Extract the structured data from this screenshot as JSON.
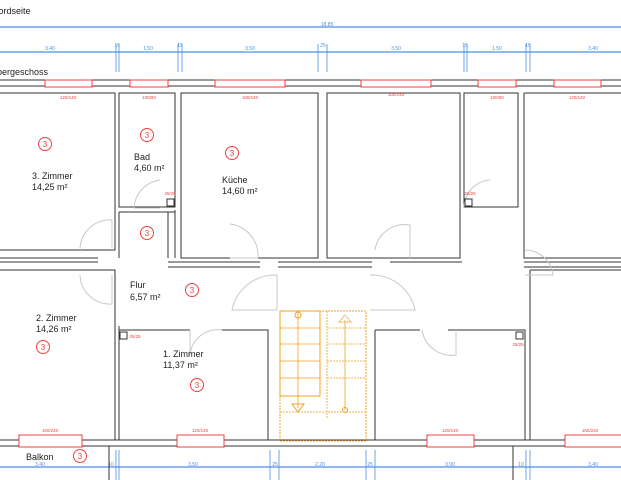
{
  "labels": {
    "section_title": "Nordseite",
    "floor_title": "Obergeschoss",
    "balcony": "Balkon"
  },
  "dimensions": {
    "total": "18.85",
    "top": [
      "3.40",
      "15",
      "1.50",
      "15",
      "3.50",
      "25",
      "3.50",
      "15",
      "1.50",
      "15",
      "3.40"
    ],
    "bottom": [
      "3.40",
      "10",
      "3.50",
      "25",
      "2.20",
      "25",
      "3.90",
      "10",
      "3.40"
    ]
  },
  "windows_top": [
    "120/140",
    "100/90",
    "180/140",
    "180/140",
    "100/90",
    "120/140"
  ],
  "windows_bottom": [
    "160/240",
    "120/140",
    "120/140",
    "160/240"
  ],
  "chimneys": [
    "25/25",
    "25/25",
    "25/25",
    "25/25"
  ],
  "rooms": [
    {
      "name": "3. Zimmer",
      "area": "14,25 m²"
    },
    {
      "name": "Bad",
      "area": "4,60 m²"
    },
    {
      "name": "Küche",
      "area": "14,60 m²"
    },
    {
      "name": "Flur",
      "area": "6,57 m²"
    },
    {
      "name": "2. Zimmer",
      "area": "14,26 m²"
    },
    {
      "name": "1. Zimmer",
      "area": "11,37 m²"
    }
  ],
  "marker": "3",
  "colors": {
    "walls": "#333333",
    "dimensions": "#4a90e2",
    "windows": "#f04040",
    "stairs": "#f0a020",
    "doors": "#c8c8c8"
  }
}
